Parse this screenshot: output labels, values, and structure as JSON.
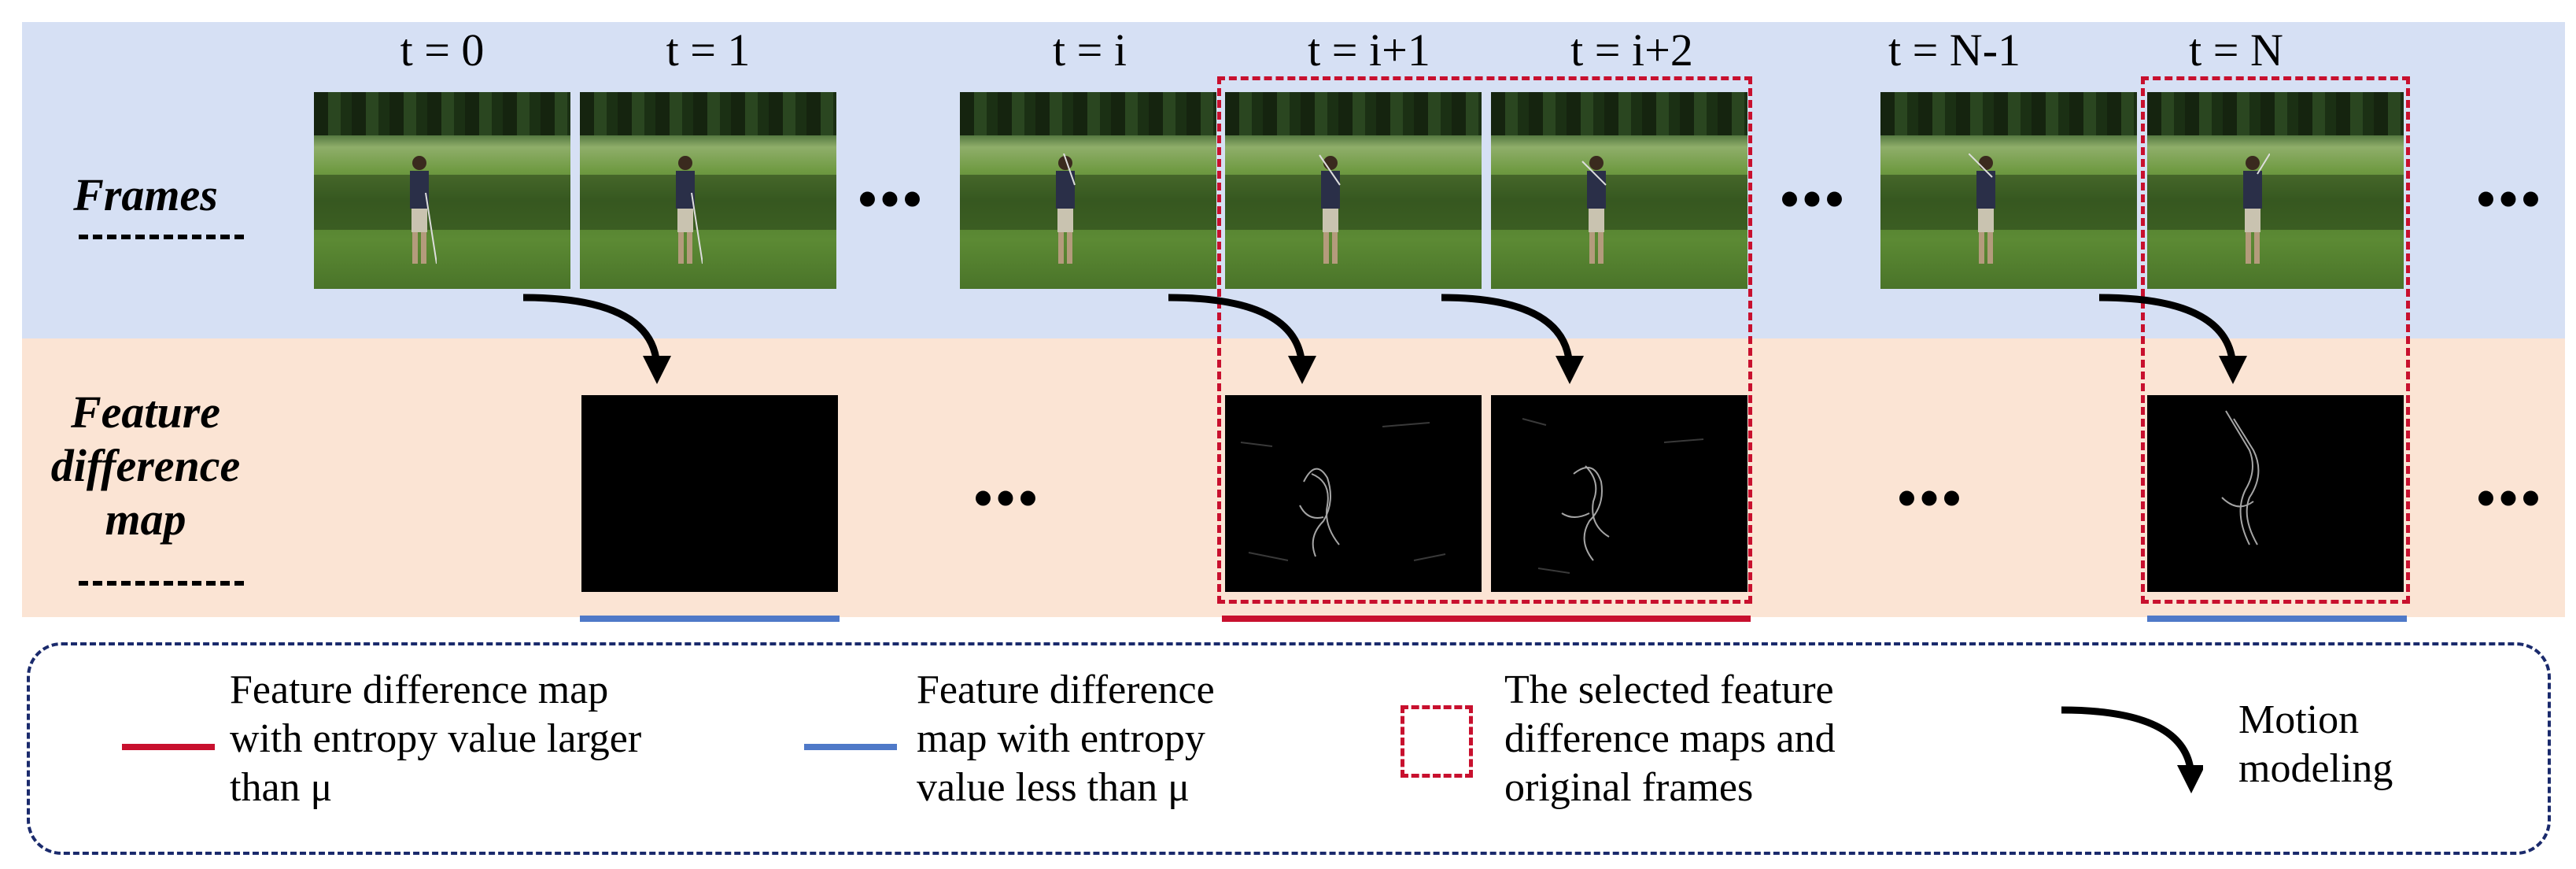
{
  "time_labels": [
    "t = 0",
    "t = 1",
    "t = i",
    "t = i+1",
    "t = i+2",
    "t = N-1",
    "t = N"
  ],
  "rows": {
    "frames": "Frames",
    "fdm_line1": "Feature",
    "fdm_line2": "difference",
    "fdm_line3": "map"
  },
  "ellipsis": "•••",
  "legend": {
    "red_line": [
      "Feature difference map",
      "with entropy value larger",
      "than μ"
    ],
    "blue_line": [
      "Feature difference",
      "map with entropy",
      "value less than μ"
    ],
    "red_box": [
      "The selected feature",
      "difference maps and",
      "original frames"
    ],
    "arrow": [
      "Motion",
      "modeling"
    ]
  },
  "colors": {
    "frames_band": "#d6e0f4",
    "fdm_band": "#fbe4d4",
    "red": "#c8102e",
    "blue": "#4f79c8",
    "legend_border": "#1a2a6c"
  }
}
